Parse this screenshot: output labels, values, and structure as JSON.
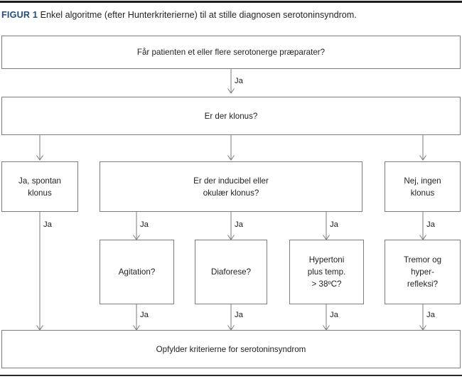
{
  "figure": {
    "label": "FIGUR 1",
    "caption": "Enkel algoritme (efter Hunterkriterierne) til at stille diagnosen serotoninsyndrom.",
    "label_color": "#1f4e79",
    "text_color": "#231f20",
    "border_color": "#7b7b80"
  },
  "nodes": {
    "q_drugs": "Får patienten et eller flere serotonerge præparater?",
    "q_clonus": "Er der klonus?",
    "spontan_klonus_line1": "Ja, spontan",
    "spontan_klonus_line2": "klonus",
    "q_inducible_line1": "Er der inducibel eller",
    "q_inducible_line2": "okulær klonus?",
    "ingen_klonus_line1": "Nej, ingen",
    "ingen_klonus_line2": "klonus",
    "q_agitation": "Agitation?",
    "q_diaforese": "Diaforese?",
    "q_hypertoni_line1": "Hypertoni",
    "q_hypertoni_line2": "plus temp.",
    "q_hypertoni_line3": "> 38ºC?",
    "q_tremor_line1": "Tremor og",
    "q_tremor_line2": "hyper-",
    "q_tremor_line3": "refleksi?",
    "result": "Opfylder kriterierne for serotoninsyndrom"
  },
  "edges": {
    "drugs_to_clonus": "Ja",
    "spontan_to_result": "Ja",
    "inducible_to_agitation": "Ja",
    "inducible_to_diaforese": "Ja",
    "inducible_to_hypertoni": "Ja",
    "ingen_to_tremor": "Ja",
    "agitation_to_result": "Ja",
    "diaforese_to_result": "Ja",
    "hypertoni_to_result": "Ja",
    "tremor_to_result": "Ja"
  }
}
